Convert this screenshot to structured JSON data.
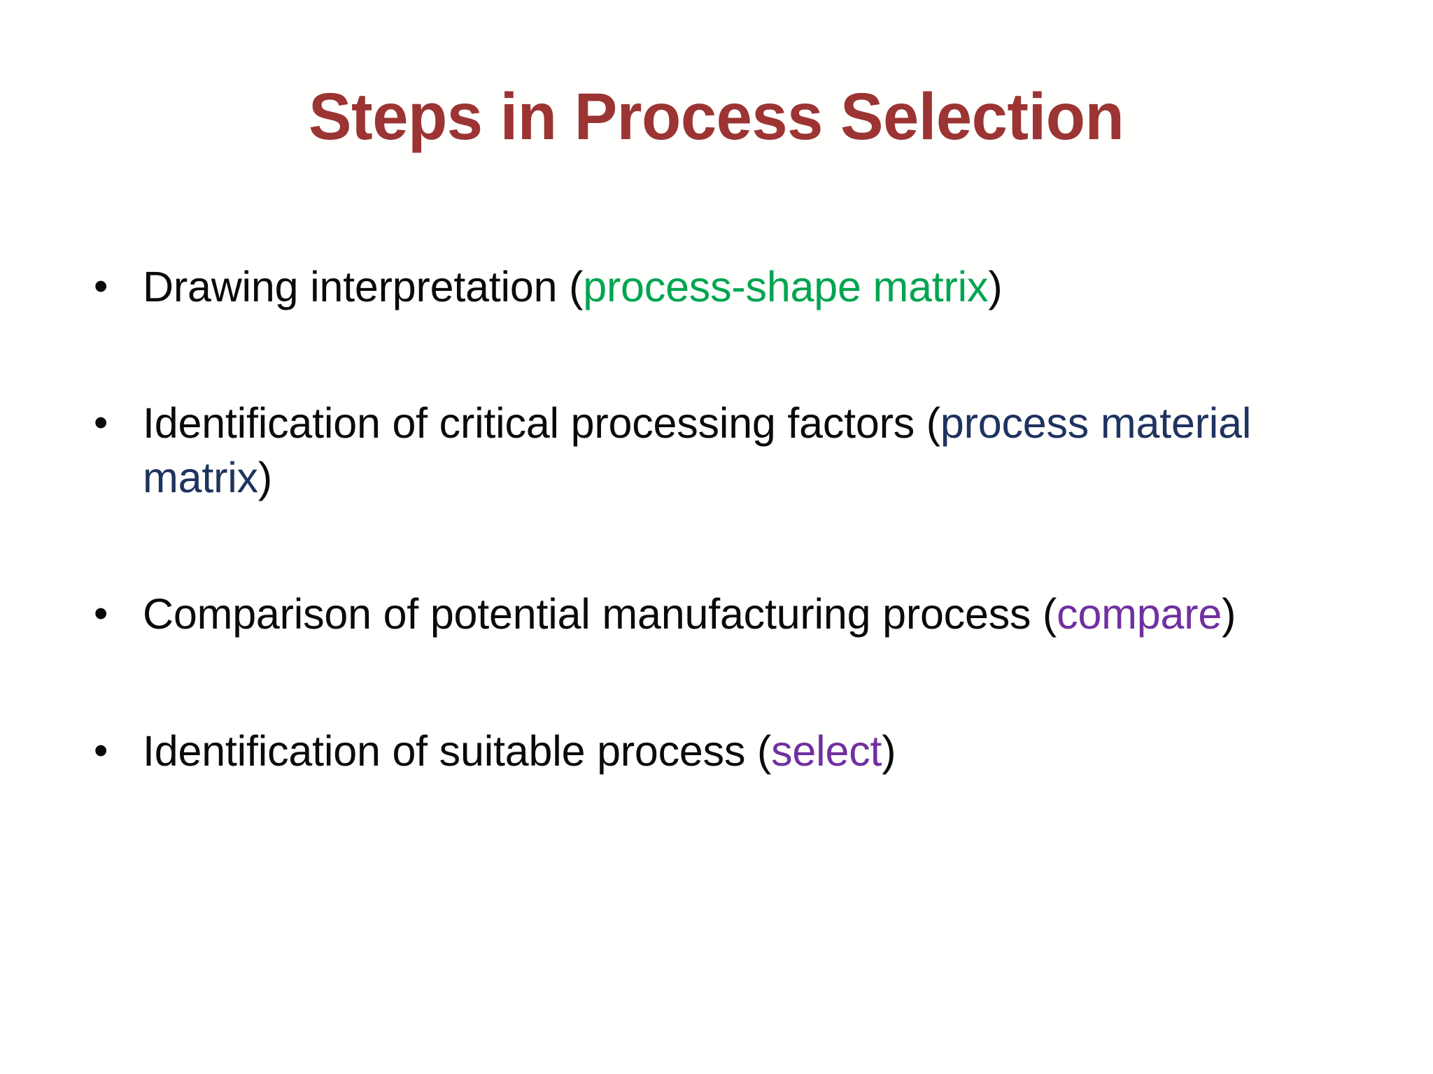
{
  "slide": {
    "background_color": "#FFFFFE",
    "title": "Steps in Process Selection",
    "title_color": "#9B3433",
    "bullet_glyph": "•",
    "body_text_color": "#0A0A0A",
    "accent_colors": {
      "green": "#00A550",
      "navy": "#1F3360",
      "purple": "#7030A0"
    },
    "bullets": [
      {
        "id": "drawing-interpretation",
        "plain_text": "Drawing interpretation (process-shape matrix)",
        "runs": [
          {
            "text": "Drawing interpretation (",
            "color": "#0A0A0A"
          },
          {
            "text": "process-shape matrix",
            "color": "#00A550"
          },
          {
            "text": ")",
            "color": "#0A0A0A"
          }
        ]
      },
      {
        "id": "critical-processing-factors",
        "plain_text": "Identification of critical processing factors (process material matrix)",
        "runs": [
          {
            "text": "Identification of critical processing factors (",
            "color": "#0A0A0A"
          },
          {
            "text": "process material matrix",
            "color": "#1F3360"
          },
          {
            "text": ")",
            "color": "#0A0A0A"
          }
        ]
      },
      {
        "id": "comparison-of-processes",
        "plain_text": "Comparison of potential manufacturing process (compare)",
        "runs": [
          {
            "text": "Comparison of potential manufacturing process (",
            "color": "#0A0A0A"
          },
          {
            "text": "compare",
            "color": "#7030A0"
          },
          {
            "text": ")",
            "color": "#0A0A0A"
          }
        ]
      },
      {
        "id": "identification-of-suitable-process",
        "plain_text": "Identification of suitable process (select)",
        "runs": [
          {
            "text": "Identification of suitable process (",
            "color": "#0A0A0A"
          },
          {
            "text": "select",
            "color": "#7030A0"
          },
          {
            "text": ")",
            "color": "#0A0A0A"
          }
        ]
      }
    ]
  }
}
